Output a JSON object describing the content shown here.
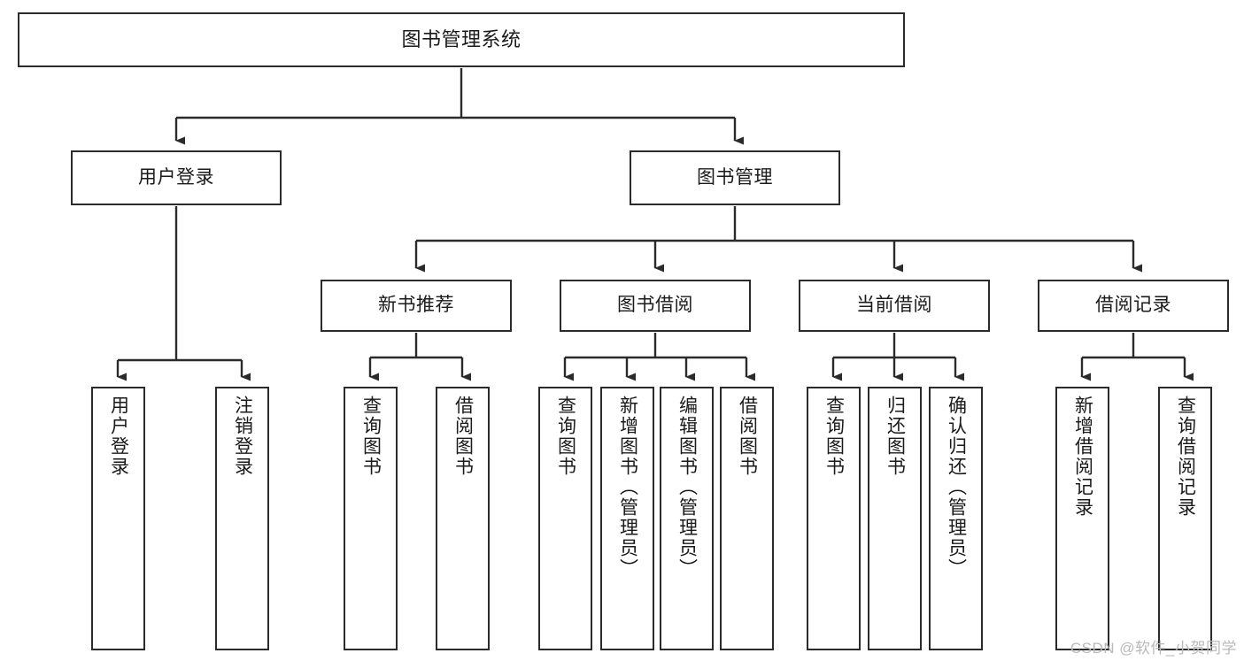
{
  "diagram": {
    "title": "图书管理系统",
    "type": "tree-hierarchy",
    "orientation": "top-down",
    "theme": {
      "background": "#ffffff",
      "node_fill": "#ffffff",
      "node_stroke": "#2b2b2b",
      "edge_stroke": "#2b2b2b",
      "text_color": "#1a1a1a",
      "watermark_color": "#b9b9b9"
    }
  },
  "nodes": {
    "root": {
      "label": "图书管理系统"
    },
    "level1": [
      {
        "label": "用户登录"
      },
      {
        "label": "图书管理"
      }
    ],
    "level2": [
      {
        "label": "新书推荐"
      },
      {
        "label": "图书借阅"
      },
      {
        "label": "当前借阅"
      },
      {
        "label": "借阅记录"
      }
    ],
    "leaves": {
      "user_login": [
        {
          "label": "用户登录"
        },
        {
          "label": "注销登录"
        }
      ],
      "new_book_recommend": [
        {
          "label": "查询图书"
        },
        {
          "label": "借阅图书"
        }
      ],
      "book_borrow": [
        {
          "label": "查询图书"
        },
        {
          "label": "新增图书（管理员）"
        },
        {
          "label": "编辑图书（管理员）"
        },
        {
          "label": "借阅图书"
        }
      ],
      "current_borrow": [
        {
          "label": "查询图书"
        },
        {
          "label": "归还图书"
        },
        {
          "label": "确认归还（管理员）"
        }
      ],
      "borrow_record": [
        {
          "label": "新增借阅记录"
        },
        {
          "label": "查询借阅记录"
        }
      ]
    }
  },
  "watermark": {
    "text": "CSDN @软件_小贺同学"
  }
}
